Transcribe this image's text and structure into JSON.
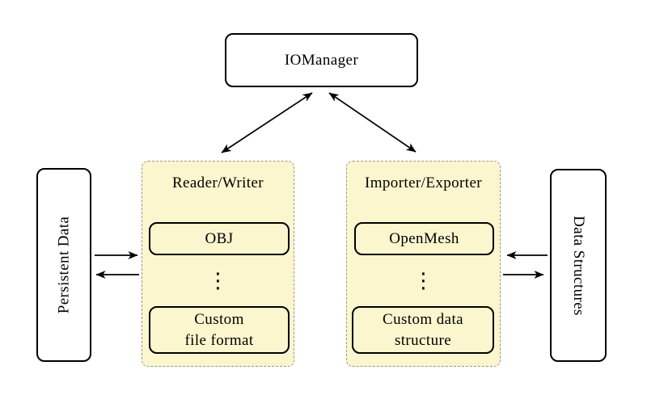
{
  "diagram": {
    "top_node": "IOManager",
    "left_rail": "Persistent Data",
    "right_rail": "Data Structures",
    "left_group": {
      "title": "Reader/Writer",
      "items": [
        {
          "label": "OBJ"
        },
        {
          "label": "⋮"
        },
        {
          "lines": [
            "Custom",
            "file format"
          ]
        }
      ]
    },
    "right_group": {
      "title": "Importer/Exporter",
      "items": [
        {
          "label": "OpenMesh"
        },
        {
          "label": "⋮"
        },
        {
          "lines": [
            "Custom data",
            "structure"
          ]
        }
      ]
    },
    "arrows": [
      {
        "from": "IOManager",
        "to": "Reader/Writer",
        "heads": "both"
      },
      {
        "from": "IOManager",
        "to": "Importer/Exporter",
        "heads": "both"
      },
      {
        "from": "Persistent Data",
        "to": "Reader/Writer",
        "heads": "end"
      },
      {
        "from": "Reader/Writer",
        "to": "Persistent Data",
        "heads": "end"
      },
      {
        "from": "Data Structures",
        "to": "Importer/Exporter",
        "heads": "end"
      },
      {
        "from": "Importer/Exporter",
        "to": "Data Structures",
        "heads": "end"
      }
    ],
    "colors": {
      "group_fill": "#FBF6CE",
      "group_border": "#979790",
      "node_fill": "#FFFFFF",
      "line": "#000000"
    }
  }
}
